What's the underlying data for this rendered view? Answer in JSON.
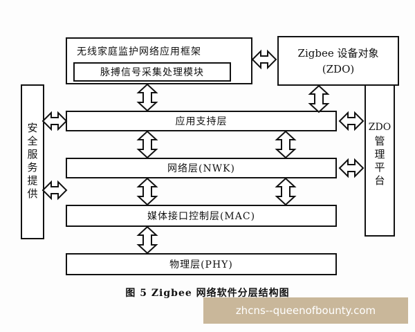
{
  "framework": {
    "title": "无线家庭监护网络应用框架",
    "module": "脉搏信号采集处理模块"
  },
  "zdo_object": {
    "line1": "Zigbee 设备对象",
    "line2": "(ZDO)"
  },
  "security": {
    "label": "安全服务提供"
  },
  "zdo_mgmt": {
    "top": "ZDO",
    "rest": "管理平台"
  },
  "layers": {
    "aps": "应用支持层",
    "nwk": "网络层(NWK)",
    "mac": "媒体接口控制层(MAC)",
    "phy": "物理层(PHY)"
  },
  "caption": "图 5 Zigbee 网络软件分层结构图",
  "watermark": "zhcns--queenofbounty.com",
  "colors": {
    "stroke": "#111111",
    "watermark_bg": "#c9b79a"
  }
}
